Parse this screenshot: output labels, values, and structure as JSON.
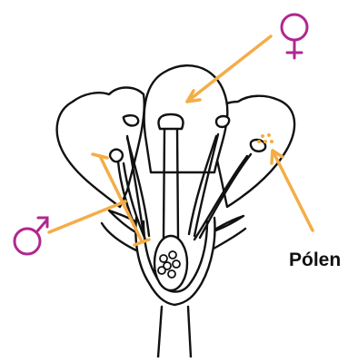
{
  "colors": {
    "background": "#ffffff",
    "outline": "#111111",
    "arrow": "#f4ad47",
    "symbol": "#b0278f",
    "label": "#111111"
  },
  "labels": {
    "pollen": "Pólen"
  },
  "symbols": {
    "female": "female-venus-symbol",
    "male": "male-mars-symbol"
  }
}
